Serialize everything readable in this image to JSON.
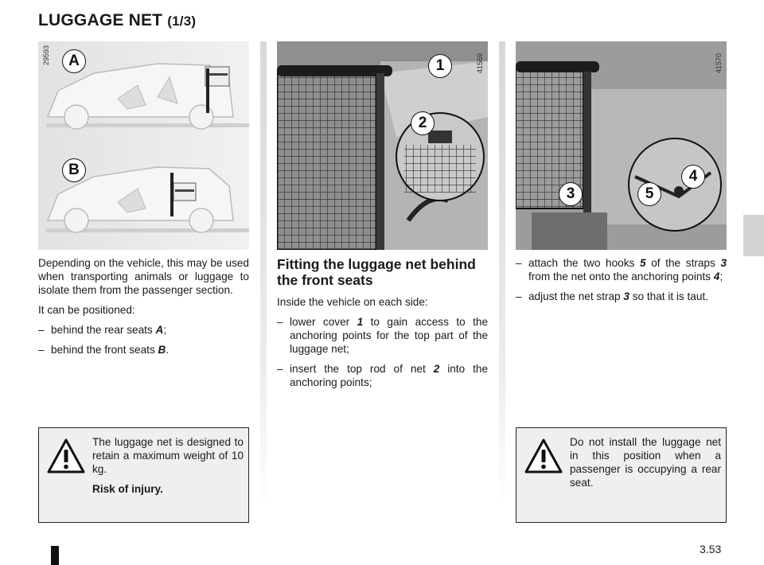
{
  "header": {
    "title": "LUGGAGE NET",
    "subtitle": "(1/3)"
  },
  "figures": {
    "left": {
      "ref": "29593",
      "label_a": "A",
      "label_b": "B"
    },
    "middle": {
      "ref": "41569",
      "callouts": [
        "1",
        "2"
      ]
    },
    "right": {
      "ref": "41570",
      "callouts": [
        "3",
        "4",
        "5"
      ]
    }
  },
  "left_column": {
    "intro": "Depending on the vehicle, this may be used when transporting animals or luggage to isolate them from the passenger section.",
    "positioned": "It can be positioned:",
    "item_a_text": "behind the rear seats ",
    "item_a_ref": "A",
    "item_b_text": "behind the front seats ",
    "item_b_ref": "B"
  },
  "middle_column": {
    "heading": "Fitting the luggage net behind the front seats",
    "intro": "Inside the vehicle on each side:",
    "step1_a": "lower cover ",
    "step1_ref": "1",
    "step1_b": " to gain access to the anchoring points for the top part of the luggage net;",
    "step2_a": "insert the top rod of net ",
    "step2_ref": "2",
    "step2_b": " into the anchoring points;"
  },
  "right_column": {
    "step3_a": "attach the two hooks ",
    "step3_ref1": "5",
    "step3_b": " of the straps ",
    "step3_ref2": "3",
    "step3_c": " from the net onto the anchoring points ",
    "step3_ref3": "4",
    "step4_a": "adjust the net strap ",
    "step4_ref": "3",
    "step4_b": " so that it is taut."
  },
  "warnings": {
    "left": {
      "text": "The luggage net is designed to retain a maximum weight of 10 kg.",
      "bold": "Risk of injury."
    },
    "right": {
      "text": "Do not install the luggage net in this position when a passenger is occupying a rear seat."
    }
  },
  "footer": {
    "page_number": "3.53"
  }
}
